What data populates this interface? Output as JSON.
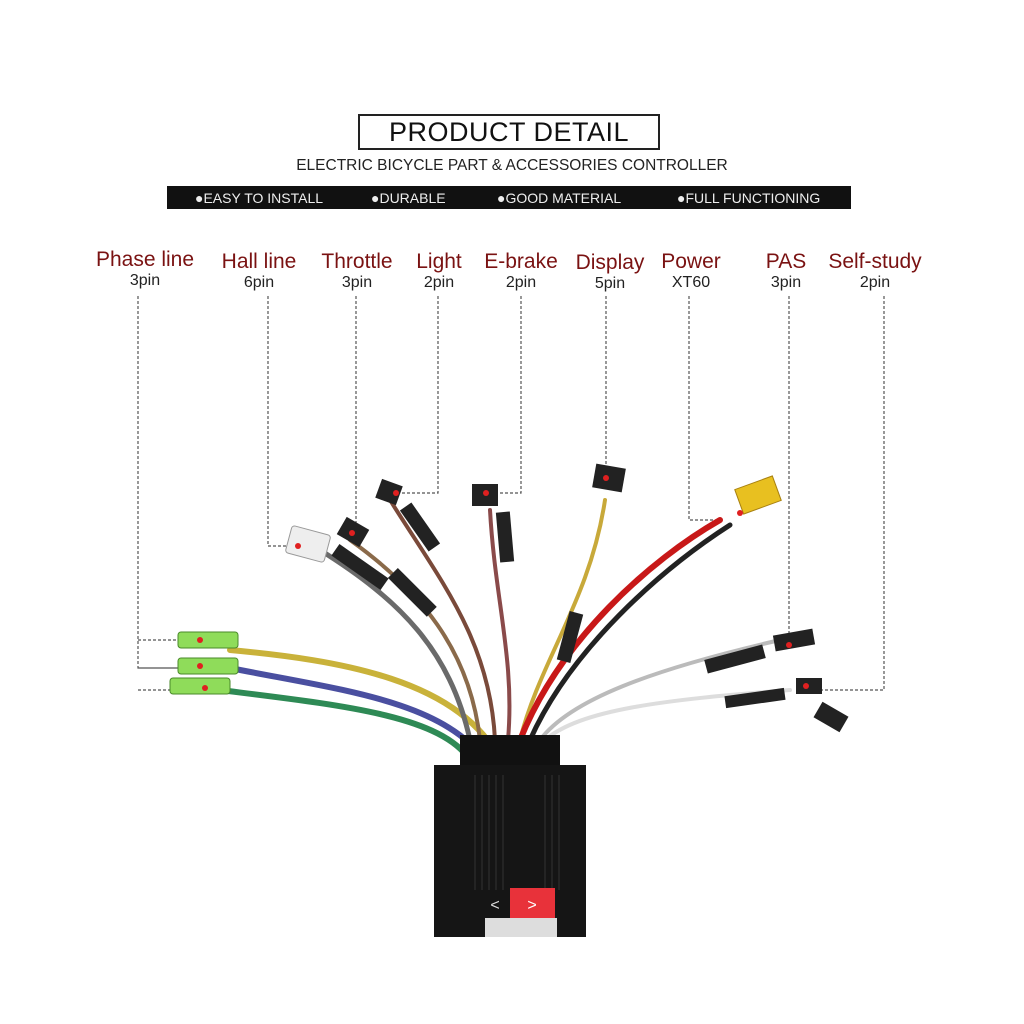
{
  "header": {
    "title": "PRODUCT DETAIL",
    "subtitle": "ELECTRIC BICYCLE PART & ACCESSORIES CONTROLLER"
  },
  "features": [
    "●EASY TO INSTALL",
    "●DURABLE",
    "●GOOD MATERIAL",
    "●FULL FUNCTIONING"
  ],
  "connectors": [
    {
      "name": "Phase line",
      "pins": "3pin"
    },
    {
      "name": "Hall line",
      "pins": "6pin"
    },
    {
      "name": "Throttle",
      "pins": "3pin"
    },
    {
      "name": "Light",
      "pins": "2pin"
    },
    {
      "name": "E-brake",
      "pins": "2pin"
    },
    {
      "name": "Display",
      "pins": "5pin"
    },
    {
      "name": "Power",
      "pins": "XT60"
    },
    {
      "name": "PAS",
      "pins": "3pin"
    },
    {
      "name": "Self-study",
      "pins": "2pin"
    }
  ],
  "colors": {
    "label": "#7a1212",
    "band": "#111111",
    "sticker": "#e8323a"
  }
}
